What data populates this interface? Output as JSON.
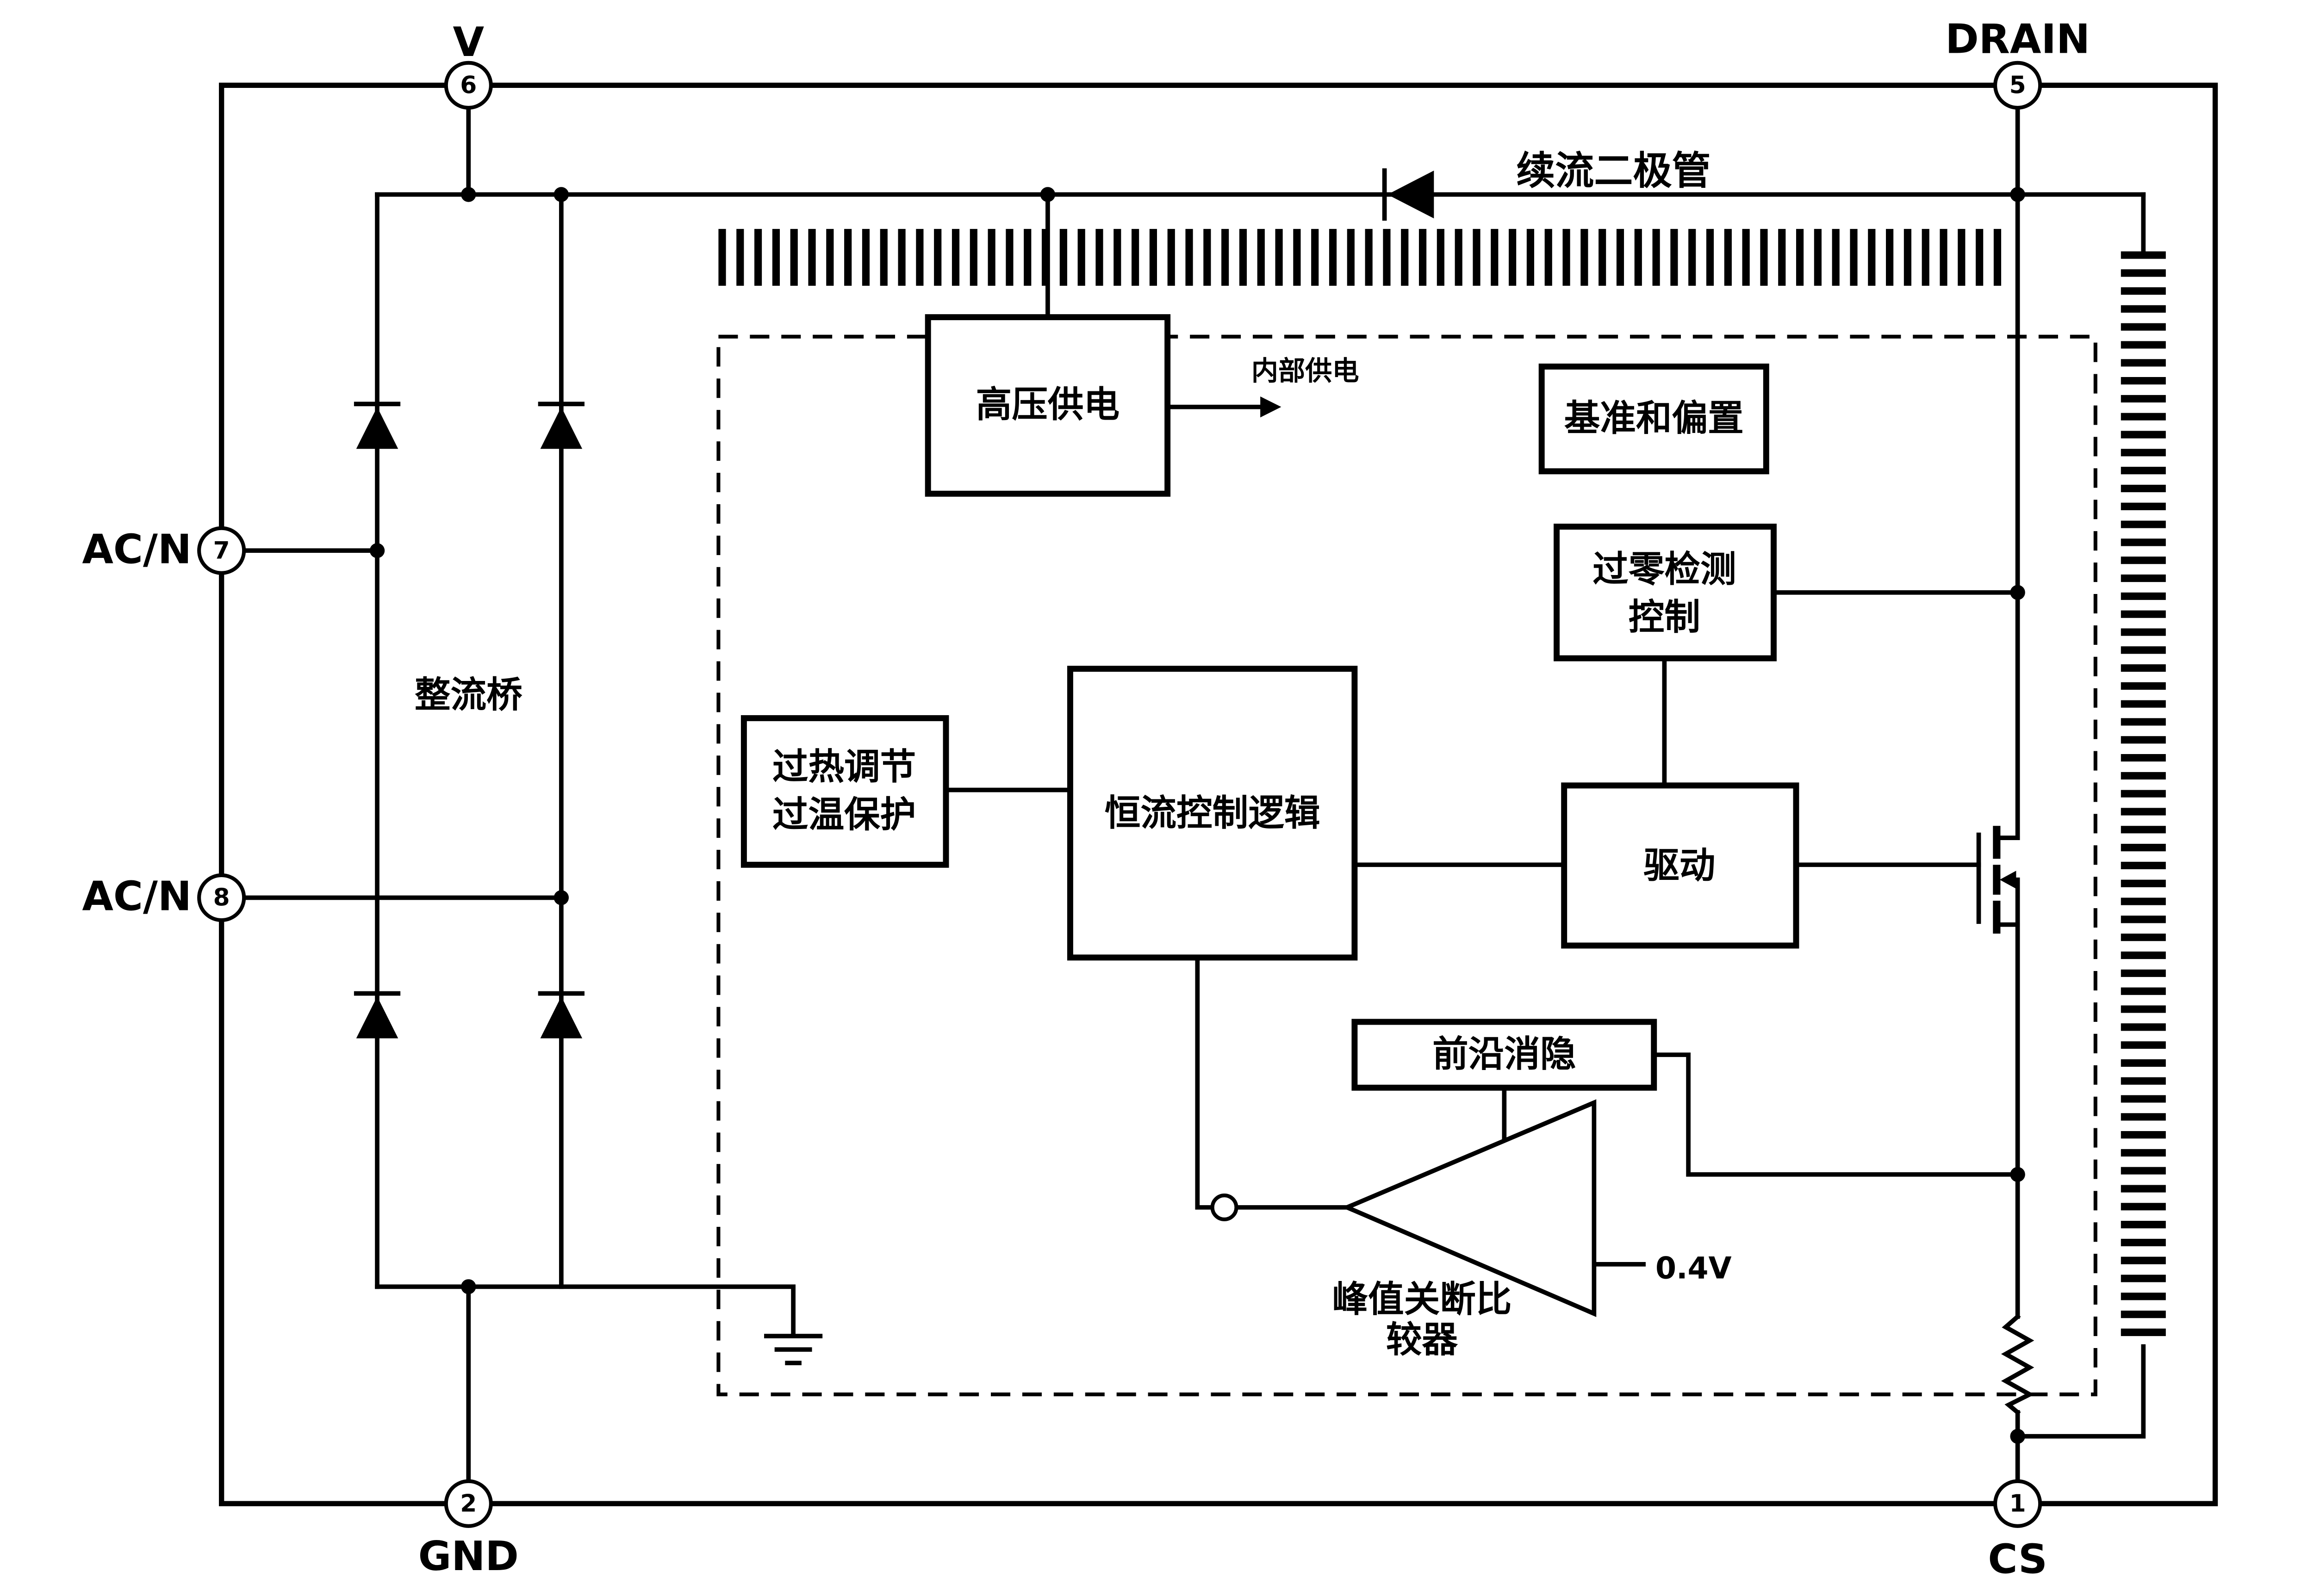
{
  "diagram": {
    "background_color": "#ffffff",
    "line_color": "#000000",
    "pins": {
      "v": {
        "number": "6",
        "label": "V"
      },
      "drain": {
        "number": "5",
        "label": "DRAIN"
      },
      "ac_top": {
        "number": "7",
        "label": "AC/N"
      },
      "ac_bottom": {
        "number": "8",
        "label": "AC/N"
      },
      "gnd": {
        "number": "2",
        "label": "GND"
      },
      "cs": {
        "number": "1",
        "label": "CS"
      }
    },
    "blocks": {
      "hv_supply": {
        "label": "高压供电"
      },
      "ref_bias": {
        "label": "基准和偏置"
      },
      "zcd": {
        "line1": "过零检测",
        "line2": "控制"
      },
      "thermal": {
        "line1": "过热调节",
        "line2": "过温保护"
      },
      "cc_logic": {
        "label": "恒流控制逻辑"
      },
      "driver": {
        "label": "驱动"
      },
      "leb": {
        "label": "前沿消隐"
      },
      "peak_comparator": {
        "line1": "峰值关断比",
        "line2": "较器"
      }
    },
    "labels": {
      "freewheel_diode": "续流二极管",
      "rectifier_bridge": "整流桥",
      "internal_supply": "内部供电",
      "comparator_ref": "0.4V"
    }
  }
}
